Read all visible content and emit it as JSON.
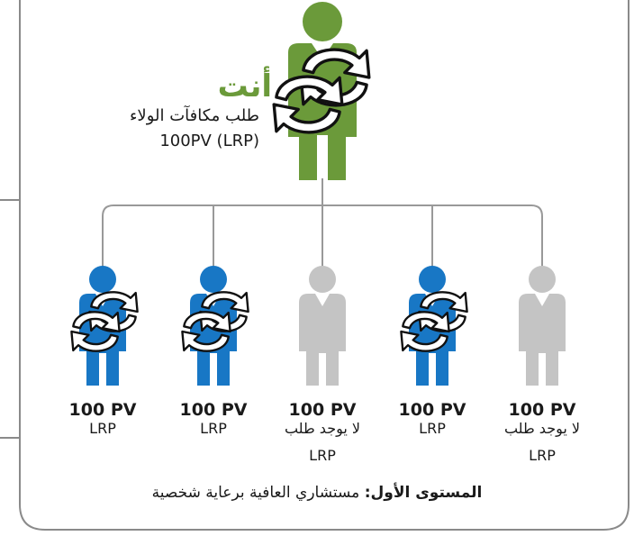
{
  "you": {
    "title": "أنت",
    "line1": "طلب مكافآت الولاء",
    "line2": "100PV (LRP)",
    "color": "#6b9a3a"
  },
  "members": [
    {
      "pv": "100 PV",
      "line1": "LRP",
      "line2": "",
      "state": "active"
    },
    {
      "pv": "100 PV",
      "line1": "LRP",
      "line2": "",
      "state": "active"
    },
    {
      "pv": "100 PV",
      "line1": "لا يوجد طلب",
      "line2": "LRP",
      "state": "inactive"
    },
    {
      "pv": "100 PV",
      "line1": "LRP",
      "line2": "",
      "state": "active"
    },
    {
      "pv": "100 PV",
      "line1": "لا يوجد طلب",
      "line2": "LRP",
      "state": "inactive"
    }
  ],
  "footer": {
    "label": "المستوى الأول:",
    "text": "مستشاري العافية برعاية شخصية"
  },
  "colors": {
    "active": "#1877c5",
    "inactive": "#c4c4c4",
    "root": "#6b9a3a",
    "lines": "#999999"
  }
}
